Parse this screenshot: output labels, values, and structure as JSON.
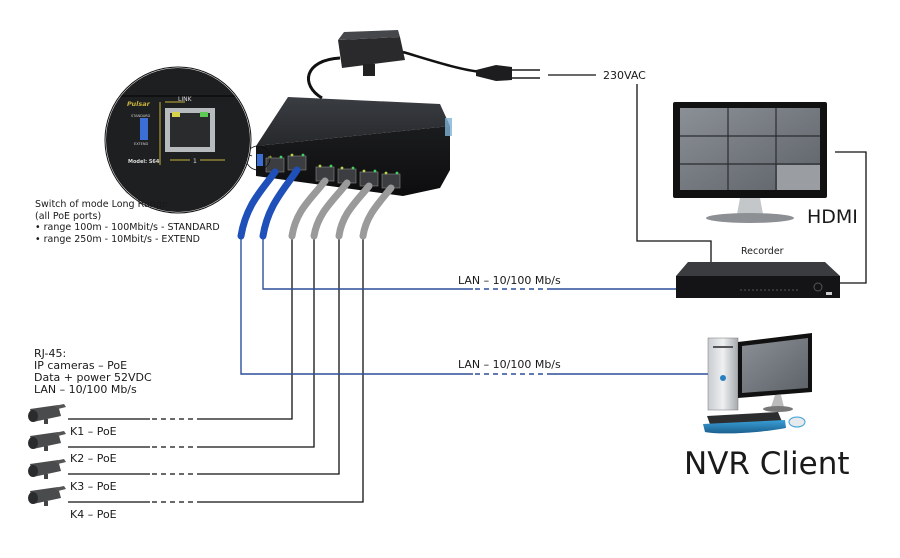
{
  "diagram": {
    "title": "PoE switch network topology",
    "colors": {
      "lan_line": "#2f4f9a",
      "poe_line": "#111111",
      "blue_cable": "#1f4fb8",
      "gray_cable": "#9a9a9a",
      "device_dark": "#2b2d30"
    },
    "power": {
      "label": "230VAC"
    },
    "zoom_inset": {
      "brand": "Pulsar",
      "link_label": "LINK",
      "switch_top": "STANDARD",
      "switch_bottom": "EXTEND",
      "model": "Model: S64",
      "port_number": "1"
    },
    "mode_note": {
      "lines": [
        "Switch of mode Long Range",
        "(all PoE ports)",
        "• range 100m - 100Mbit/s - STANDARD",
        "• range 250m - 10Mbit/s - EXTEND"
      ]
    },
    "cameras_note": {
      "lines": [
        "RJ-45:",
        "IP cameras – PoE",
        "Data + power 52VDC",
        "LAN – 10/100 Mb/s"
      ]
    },
    "cameras": [
      {
        "label": "K1 – PoE",
        "icon": "ip-camera-icon"
      },
      {
        "label": "K2 – PoE",
        "icon": "ip-camera-icon"
      },
      {
        "label": "K3 – PoE",
        "icon": "ip-camera-icon"
      },
      {
        "label": "K4 – PoE",
        "icon": "ip-camera-icon"
      }
    ],
    "links": [
      {
        "label": "LAN – 10/100 Mb/s",
        "to": "Recorder"
      },
      {
        "label": "LAN – 10/100 Mb/s",
        "to": "NVR Client"
      }
    ],
    "recorder": {
      "label": "Recorder"
    },
    "monitor": {
      "label": "HDMI"
    },
    "nvr_client": {
      "label": "NVR Client"
    }
  }
}
